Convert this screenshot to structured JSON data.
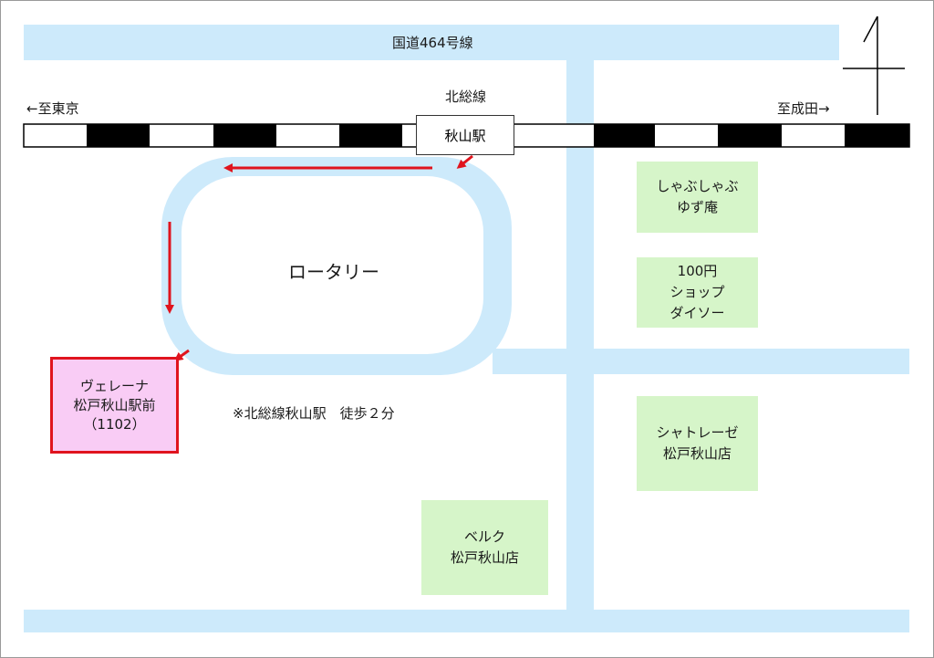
{
  "roads": {
    "national_route": "国道464号線"
  },
  "railway": {
    "line_name": "北総線",
    "to_left": "←至東京",
    "to_right": "至成田→",
    "station": "秋山駅"
  },
  "rotary_label": "ロータリー",
  "destination": {
    "name": "ヴェレーナ",
    "location": "松戸秋山駅前",
    "number": "（1102）"
  },
  "walk_note": "※北総線秋山駅　徒歩２分",
  "landmarks": [
    {
      "line1": "しゃぶしゃぶ",
      "line2": "ゆず庵",
      "line3": ""
    },
    {
      "line1": "100円",
      "line2": "ショップ",
      "line3": "ダイソー"
    },
    {
      "line1": "シャトレーゼ",
      "line2": "松戸秋山店",
      "line3": ""
    },
    {
      "line1": "ベルク",
      "line2": "松戸秋山店",
      "line3": ""
    }
  ],
  "colors": {
    "road": "#cdeafb",
    "landmark": "#d6f5c9",
    "destination_fill": "#f9ccf5",
    "destination_border": "#e0141e",
    "route_arrow": "#e0141e",
    "rail_dark": "#000000"
  }
}
